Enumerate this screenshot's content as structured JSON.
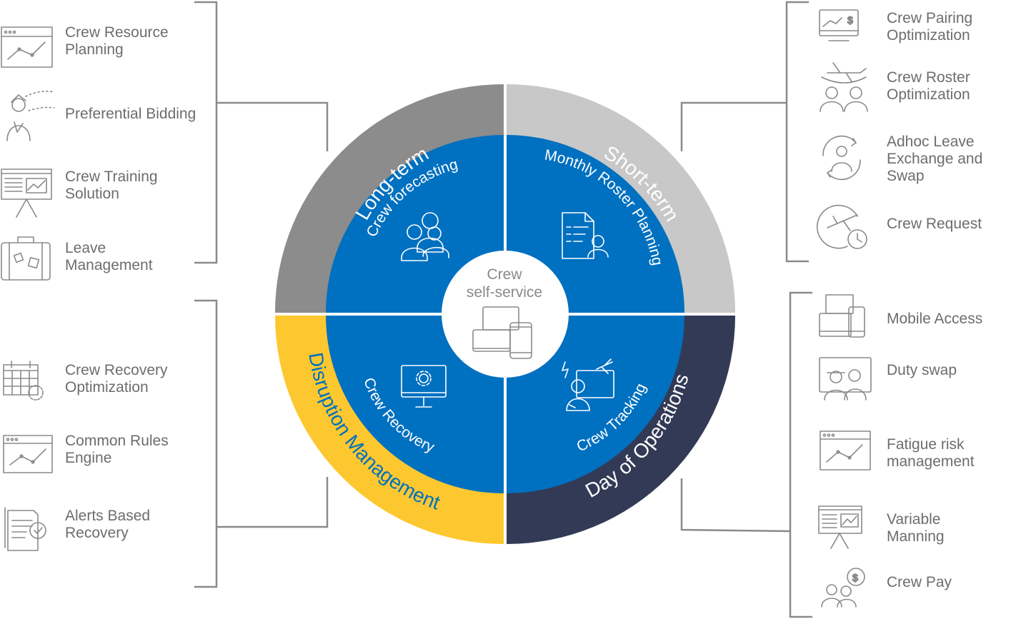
{
  "wheel": {
    "center": {
      "line1": "Crew",
      "line2": "self-service",
      "icon": "devices-icon"
    },
    "outer_segments": [
      {
        "label": "Long-term",
        "color": "#8c8c8c"
      },
      {
        "label": "Short-term",
        "color": "#c8c8c8"
      },
      {
        "label": "Day of Operations",
        "color": "#323a56"
      },
      {
        "label": "Disruption Management",
        "color": "#fdc82f"
      }
    ],
    "inner_segments": [
      {
        "label": "Crew forecasting",
        "icon": "crew-group-icon"
      },
      {
        "label": "Monthly Roster Planning",
        "icon": "roster-document-icon"
      },
      {
        "label": "Crew Tracking",
        "icon": "crew-tracking-icon"
      },
      {
        "label": "Crew Recovery",
        "icon": "monitor-gear-icon"
      }
    ],
    "inner_color": "#0070c0"
  },
  "left_top": [
    {
      "line1": "Crew Resource",
      "line2": "Planning",
      "icon": "chart-window-icon"
    },
    {
      "line1": "Preferential Bidding",
      "line2": "",
      "icon": "crew-bidding-icon"
    },
    {
      "line1": "Crew Training",
      "line2": "Solution",
      "icon": "presentation-board-icon"
    },
    {
      "line1": "Leave",
      "line2": "Management",
      "icon": "suitcase-icon"
    }
  ],
  "left_bottom": [
    {
      "line1": "Crew Recovery",
      "line2": "Optimization",
      "icon": "calendar-icon"
    },
    {
      "line1": "Common Rules",
      "line2": "Engine",
      "icon": "chart-window-icon"
    },
    {
      "line1": "Alerts Based",
      "line2": "Recovery",
      "icon": "checklist-document-icon"
    }
  ],
  "right_top": [
    {
      "line1": "Crew Pairing",
      "line2": "Optimization",
      "icon": "monitor-dollar-icon"
    },
    {
      "line1": "Crew Roster",
      "line2": "Optimization",
      "icon": "crew-plane-icon"
    },
    {
      "line1": "Adhoc Leave",
      "line2": "Exchange and",
      "line3": "Swap",
      "icon": "crew-swap-icon"
    },
    {
      "line1": "Crew Request",
      "line2": "",
      "icon": "plane-clock-icon"
    }
  ],
  "right_bottom": [
    {
      "line1": "Mobile Access",
      "line2": "",
      "icon": "devices-icon"
    },
    {
      "line1": "Duty swap",
      "line2": "",
      "icon": "crew-screen-icon"
    },
    {
      "line1": "Fatigue risk",
      "line2": "management",
      "icon": "chart-window-icon"
    },
    {
      "line1": "Variable",
      "line2": "Manning",
      "icon": "presentation-board-icon"
    },
    {
      "line1": "Crew Pay",
      "line2": "",
      "icon": "crew-dollar-icon"
    }
  ]
}
